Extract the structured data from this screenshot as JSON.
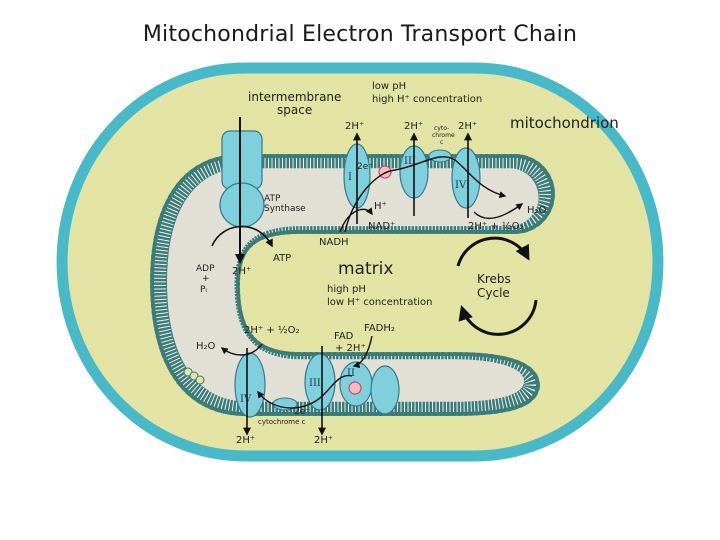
{
  "title": "Mitochondrial Electron Transport Chain",
  "colors": {
    "outer_membrane": "#48b9c8",
    "intermembrane_space": "#e3e3a4",
    "inner_membrane_head": "#3c7c78",
    "matrix": "#e2dfd4",
    "protein": "#7fcfdd",
    "protein_stroke": "#2f7d8b",
    "cytochrome_c": "#e97b8a",
    "arrow": "#111111"
  },
  "labels": {
    "intermembrane_line1": "intermembrane",
    "intermembrane_line2": "space",
    "low_ph": "low pH",
    "high_h_conc": "high H⁺ concentration",
    "mitochondrion": "mitochondrion",
    "matrix": "matrix",
    "high_ph": "high pH",
    "low_h_conc": "low H⁺ concentration",
    "krebs_line1": "Krebs",
    "krebs_line2": "Cycle",
    "atp_synthase_line1": "ATP",
    "atp_synthase_line2": "Synthase",
    "adp": "ADP",
    "plus": "+",
    "pi": "Pᵢ",
    "atp": "ATP",
    "two_h_left": "2H⁺",
    "nadh": "NADH",
    "nad": "NAD⁺",
    "h_plus": "H⁺",
    "two_e_top": "2e⁻",
    "two_h_top_1": "2H⁺",
    "two_h_top_2": "2H⁺",
    "two_h_top_3": "2H⁺",
    "cytochrome_small_1": "cyto-",
    "cytochrome_small_2": "chrome",
    "cytochrome_small_3": "c",
    "h2o_top": "H₂O",
    "oxygen_top": "2H⁺ + ½O₂",
    "oxygen_bottom": "2H⁺ + ½O₂",
    "h2o_bottom": "H₂O",
    "fad_line1": "FAD",
    "fad_line2": "+ 2H⁺",
    "fadh2": "FADH₂",
    "two_e_bottom": "2e⁻",
    "cytochrome_c_bottom": "cytochrome c",
    "two_h_bottom_1": "2H⁺",
    "two_h_bottom_2": "2H⁺",
    "complex_i": "I",
    "complex_ii": "II",
    "complex_iii_top": "III",
    "complex_iv_top": "IV",
    "complex_iii_bottom": "III",
    "complex_iv_bottom": "IV"
  }
}
